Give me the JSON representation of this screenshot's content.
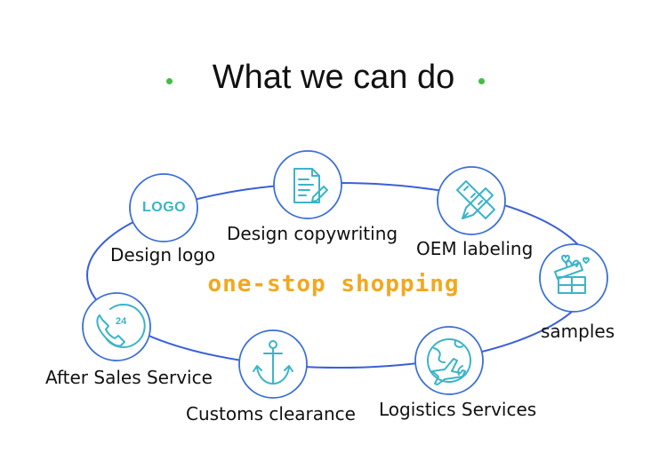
{
  "title": "What we can do",
  "center": "one-stop shopping",
  "logo_text": "LOGO",
  "badge_24": "24",
  "nodes": [
    {
      "label": "Design logo",
      "icon": "logo-icon"
    },
    {
      "label": "Design copywriting",
      "icon": "document-pen-icon"
    },
    {
      "label": "OEM labeling",
      "icon": "ruler-pencil-icon"
    },
    {
      "label": "samples",
      "icon": "gift-box-icon"
    },
    {
      "label": "Logistics Services",
      "icon": "globe-plane-icon"
    },
    {
      "label": "Customs clearance",
      "icon": "anchor-icon"
    },
    {
      "label": "After Sales Service",
      "icon": "phone-24-icon"
    }
  ],
  "colors": {
    "ring": "#3b5fd9",
    "circle": "#3a6fd8",
    "icon": "#3cb4c8",
    "center_text": "#f2a81e",
    "dot": "#3fbf3f"
  }
}
